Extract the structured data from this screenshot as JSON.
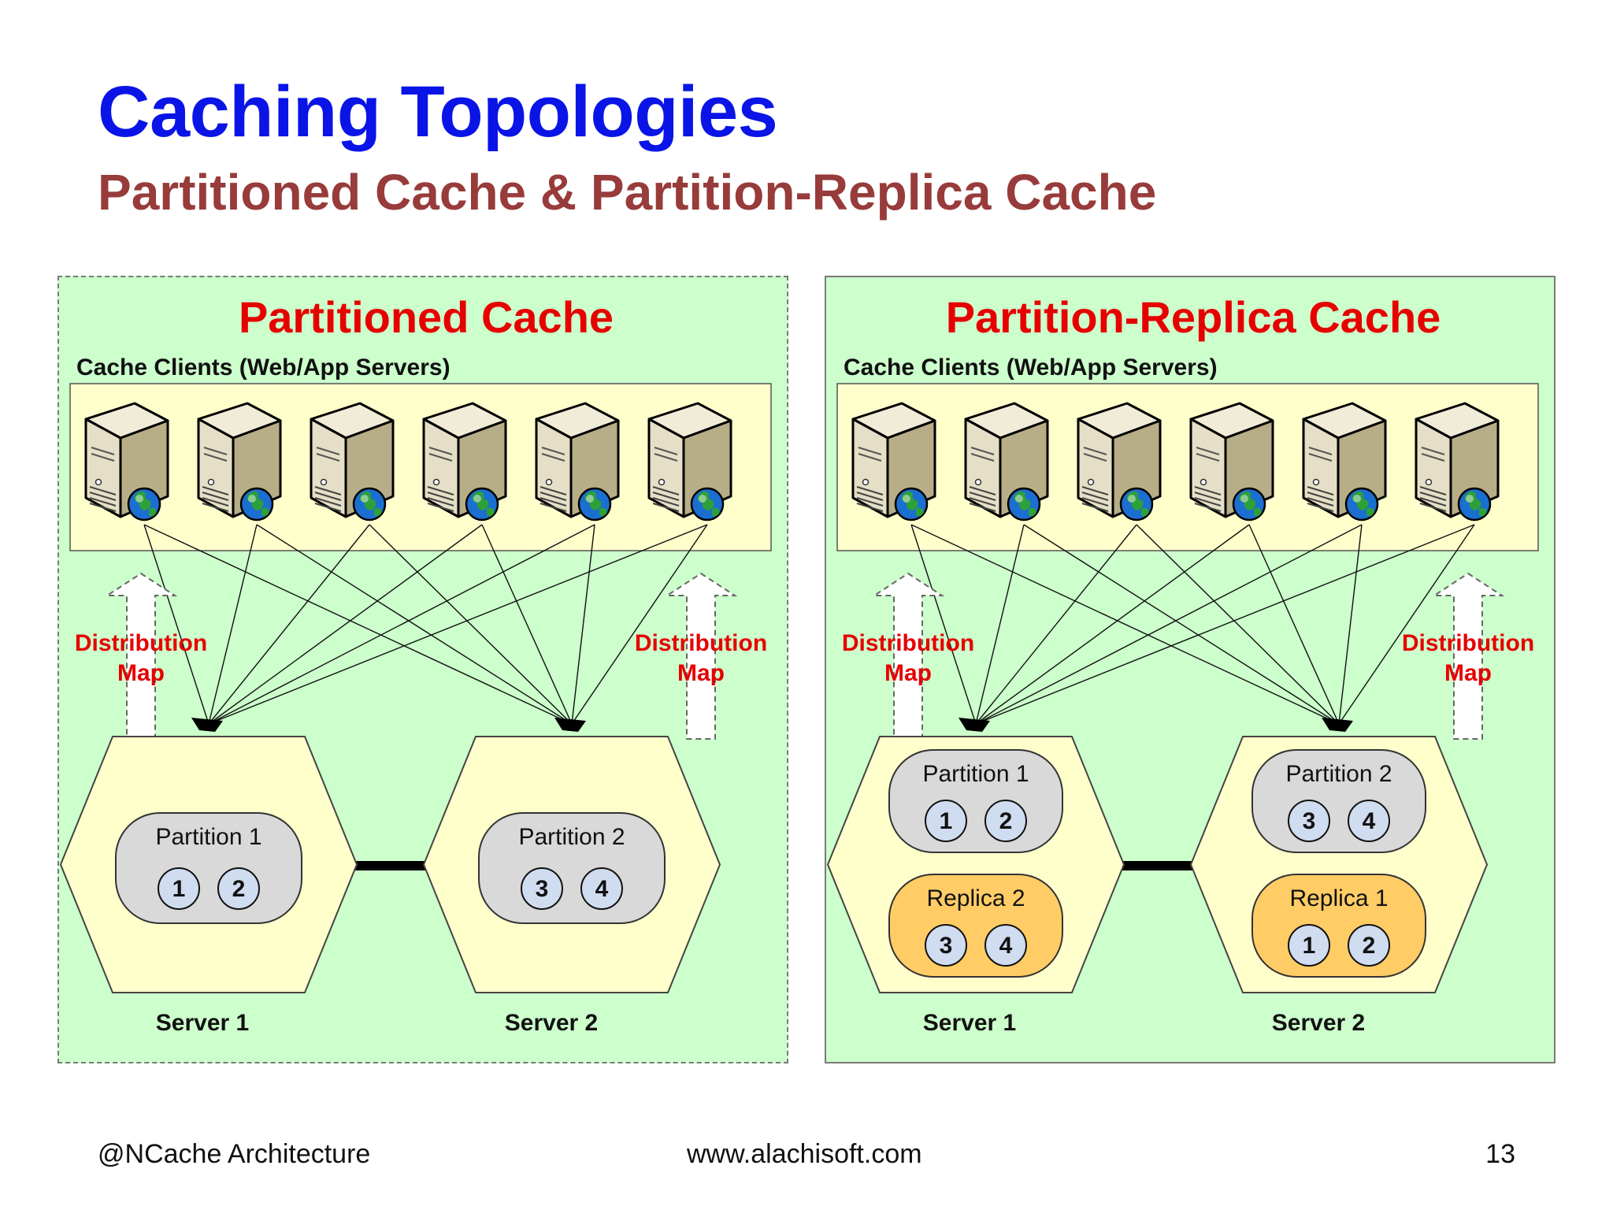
{
  "slide": {
    "title": "Caching Topologies",
    "subtitle": "Partitioned Cache & Partition-Replica Cache"
  },
  "left_panel": {
    "title": "Partitioned Cache",
    "clients_label": "Cache Clients (Web/App Servers)",
    "distribution_map": [
      "Distribution",
      "Map"
    ],
    "servers": [
      {
        "label": "Server 1",
        "groups": [
          {
            "label": "Partition 1",
            "kind": "partition",
            "buckets": [
              "1",
              "2"
            ]
          }
        ]
      },
      {
        "label": "Server 2",
        "groups": [
          {
            "label": "Partition 2",
            "kind": "partition",
            "buckets": [
              "3",
              "4"
            ]
          }
        ]
      }
    ]
  },
  "right_panel": {
    "title": "Partition-Replica Cache",
    "clients_label": "Cache Clients (Web/App Servers)",
    "distribution_map": [
      "Distribution",
      "Map"
    ],
    "servers": [
      {
        "label": "Server 1",
        "groups": [
          {
            "label": "Partition 1",
            "kind": "partition",
            "buckets": [
              "1",
              "2"
            ]
          },
          {
            "label": "Replica 2",
            "kind": "replica",
            "buckets": [
              "3",
              "4"
            ]
          }
        ]
      },
      {
        "label": "Server 2",
        "groups": [
          {
            "label": "Partition 2",
            "kind": "partition",
            "buckets": [
              "3",
              "4"
            ]
          },
          {
            "label": "Replica 1",
            "kind": "replica",
            "buckets": [
              "1",
              "2"
            ]
          }
        ]
      }
    ]
  },
  "footer": {
    "left": "@NCache Architecture",
    "center": "www.alachisoft.com",
    "page_number": "13"
  },
  "colors": {
    "title": "#0a14e6",
    "subtitle": "#983b3b",
    "panel_title": "#e60000",
    "panel_bg": "#ccffcc",
    "client_box": "#ffffcc",
    "hexagon": "#ffffcc",
    "partition_box": "#d9d9d9",
    "replica_box": "#ffcc66",
    "bucket": "#d0dcf0"
  }
}
